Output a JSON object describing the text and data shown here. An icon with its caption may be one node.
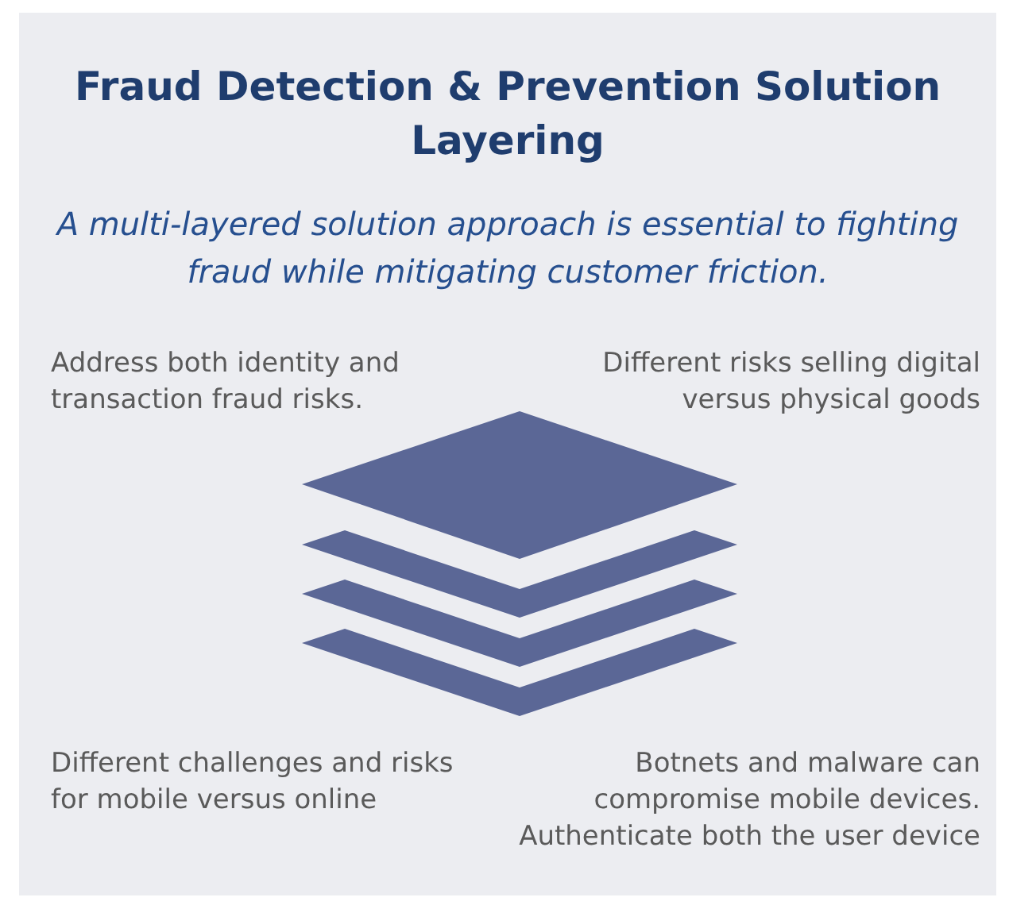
{
  "diagram": {
    "title": "Fraud Detection & Prevention Solution Layering",
    "labels": [
      "A multi-layered solution approach is essential to fighting fraud while mitigating customer friction.",
      "Address both identity and transaction fraud risks.",
      "Different risks selling digital versus physical goods",
      "Different challenges and risks for mobile versus online",
      "Botnets and malware can compromise mobile devices. Authenticate both the user device"
    ]
  }
}
